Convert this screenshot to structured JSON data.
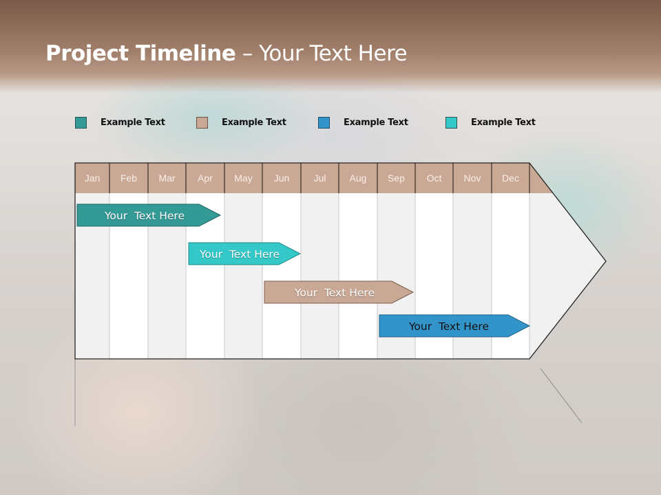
{
  "header": {
    "title_bold": "Project Timeline",
    "title_rest": " – Your Text Here"
  },
  "legend": [
    {
      "label": "Example Text",
      "color": "#339a96"
    },
    {
      "label": "Example Text",
      "color": "#c9a896"
    },
    {
      "label": "Example Text",
      "color": "#3394c9"
    },
    {
      "label": "Example Text",
      "color": "#35c8c8"
    }
  ],
  "timeline": {
    "months": [
      "Jan",
      "Feb",
      "Mar",
      "Apr",
      "May",
      "Jun",
      "Jul",
      "Aug",
      "Sep",
      "Oct",
      "Nov",
      "Dec"
    ],
    "header_color": "#c9a896",
    "bars": [
      {
        "label": "Your  Text Here",
        "color": "#339a96",
        "text_color": "#ffffff",
        "start": "Jan",
        "end": "Apr"
      },
      {
        "label": "Your  Text Here",
        "color": "#35c8c8",
        "text_color": "#ffffff",
        "start": "Apr",
        "end": "Jun"
      },
      {
        "label": "Your  Text Here",
        "color": "#c9a896",
        "text_color": "#ffffff",
        "start": "Jun",
        "end": "Sep"
      },
      {
        "label": "Your  Text Here",
        "color": "#3394c9",
        "text_color": "#111111",
        "start": "Sep",
        "end": "Dec"
      }
    ]
  }
}
